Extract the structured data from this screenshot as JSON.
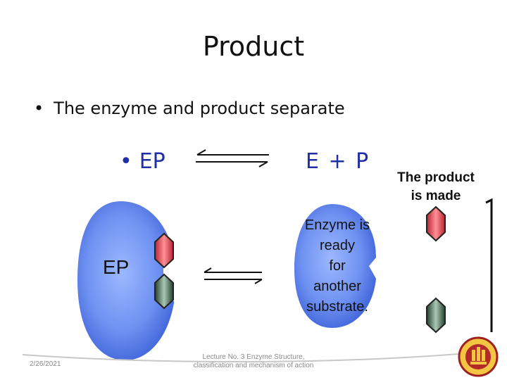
{
  "slide": {
    "title": "Product",
    "bullet": "The enzyme and product separate",
    "bullet_symbol": "•",
    "equation": {
      "left_bullet": "•",
      "left": "EP",
      "right": "E + P"
    },
    "side_note": [
      "The product",
      "is made"
    ],
    "enzyme_label": "EP",
    "ready_text": [
      "Enzyme is",
      "ready",
      "for",
      "another",
      "substrate."
    ],
    "footer_date": "2/26/2021",
    "footer_lecture": [
      "Lecture No. 3 Enzyme Structure,",
      "classification and mechanism of action"
    ]
  },
  "colors": {
    "title_text": "#111111",
    "equation_text": "#1f2fa8",
    "enzyme_blob": "#6b8ef0",
    "red_gem": "#e8505a",
    "green_gem": "#3e6b4c"
  },
  "icons": [
    "double-arrow-icon",
    "red-hexagon-icon",
    "green-hexagon-icon",
    "university-seal-icon"
  ]
}
